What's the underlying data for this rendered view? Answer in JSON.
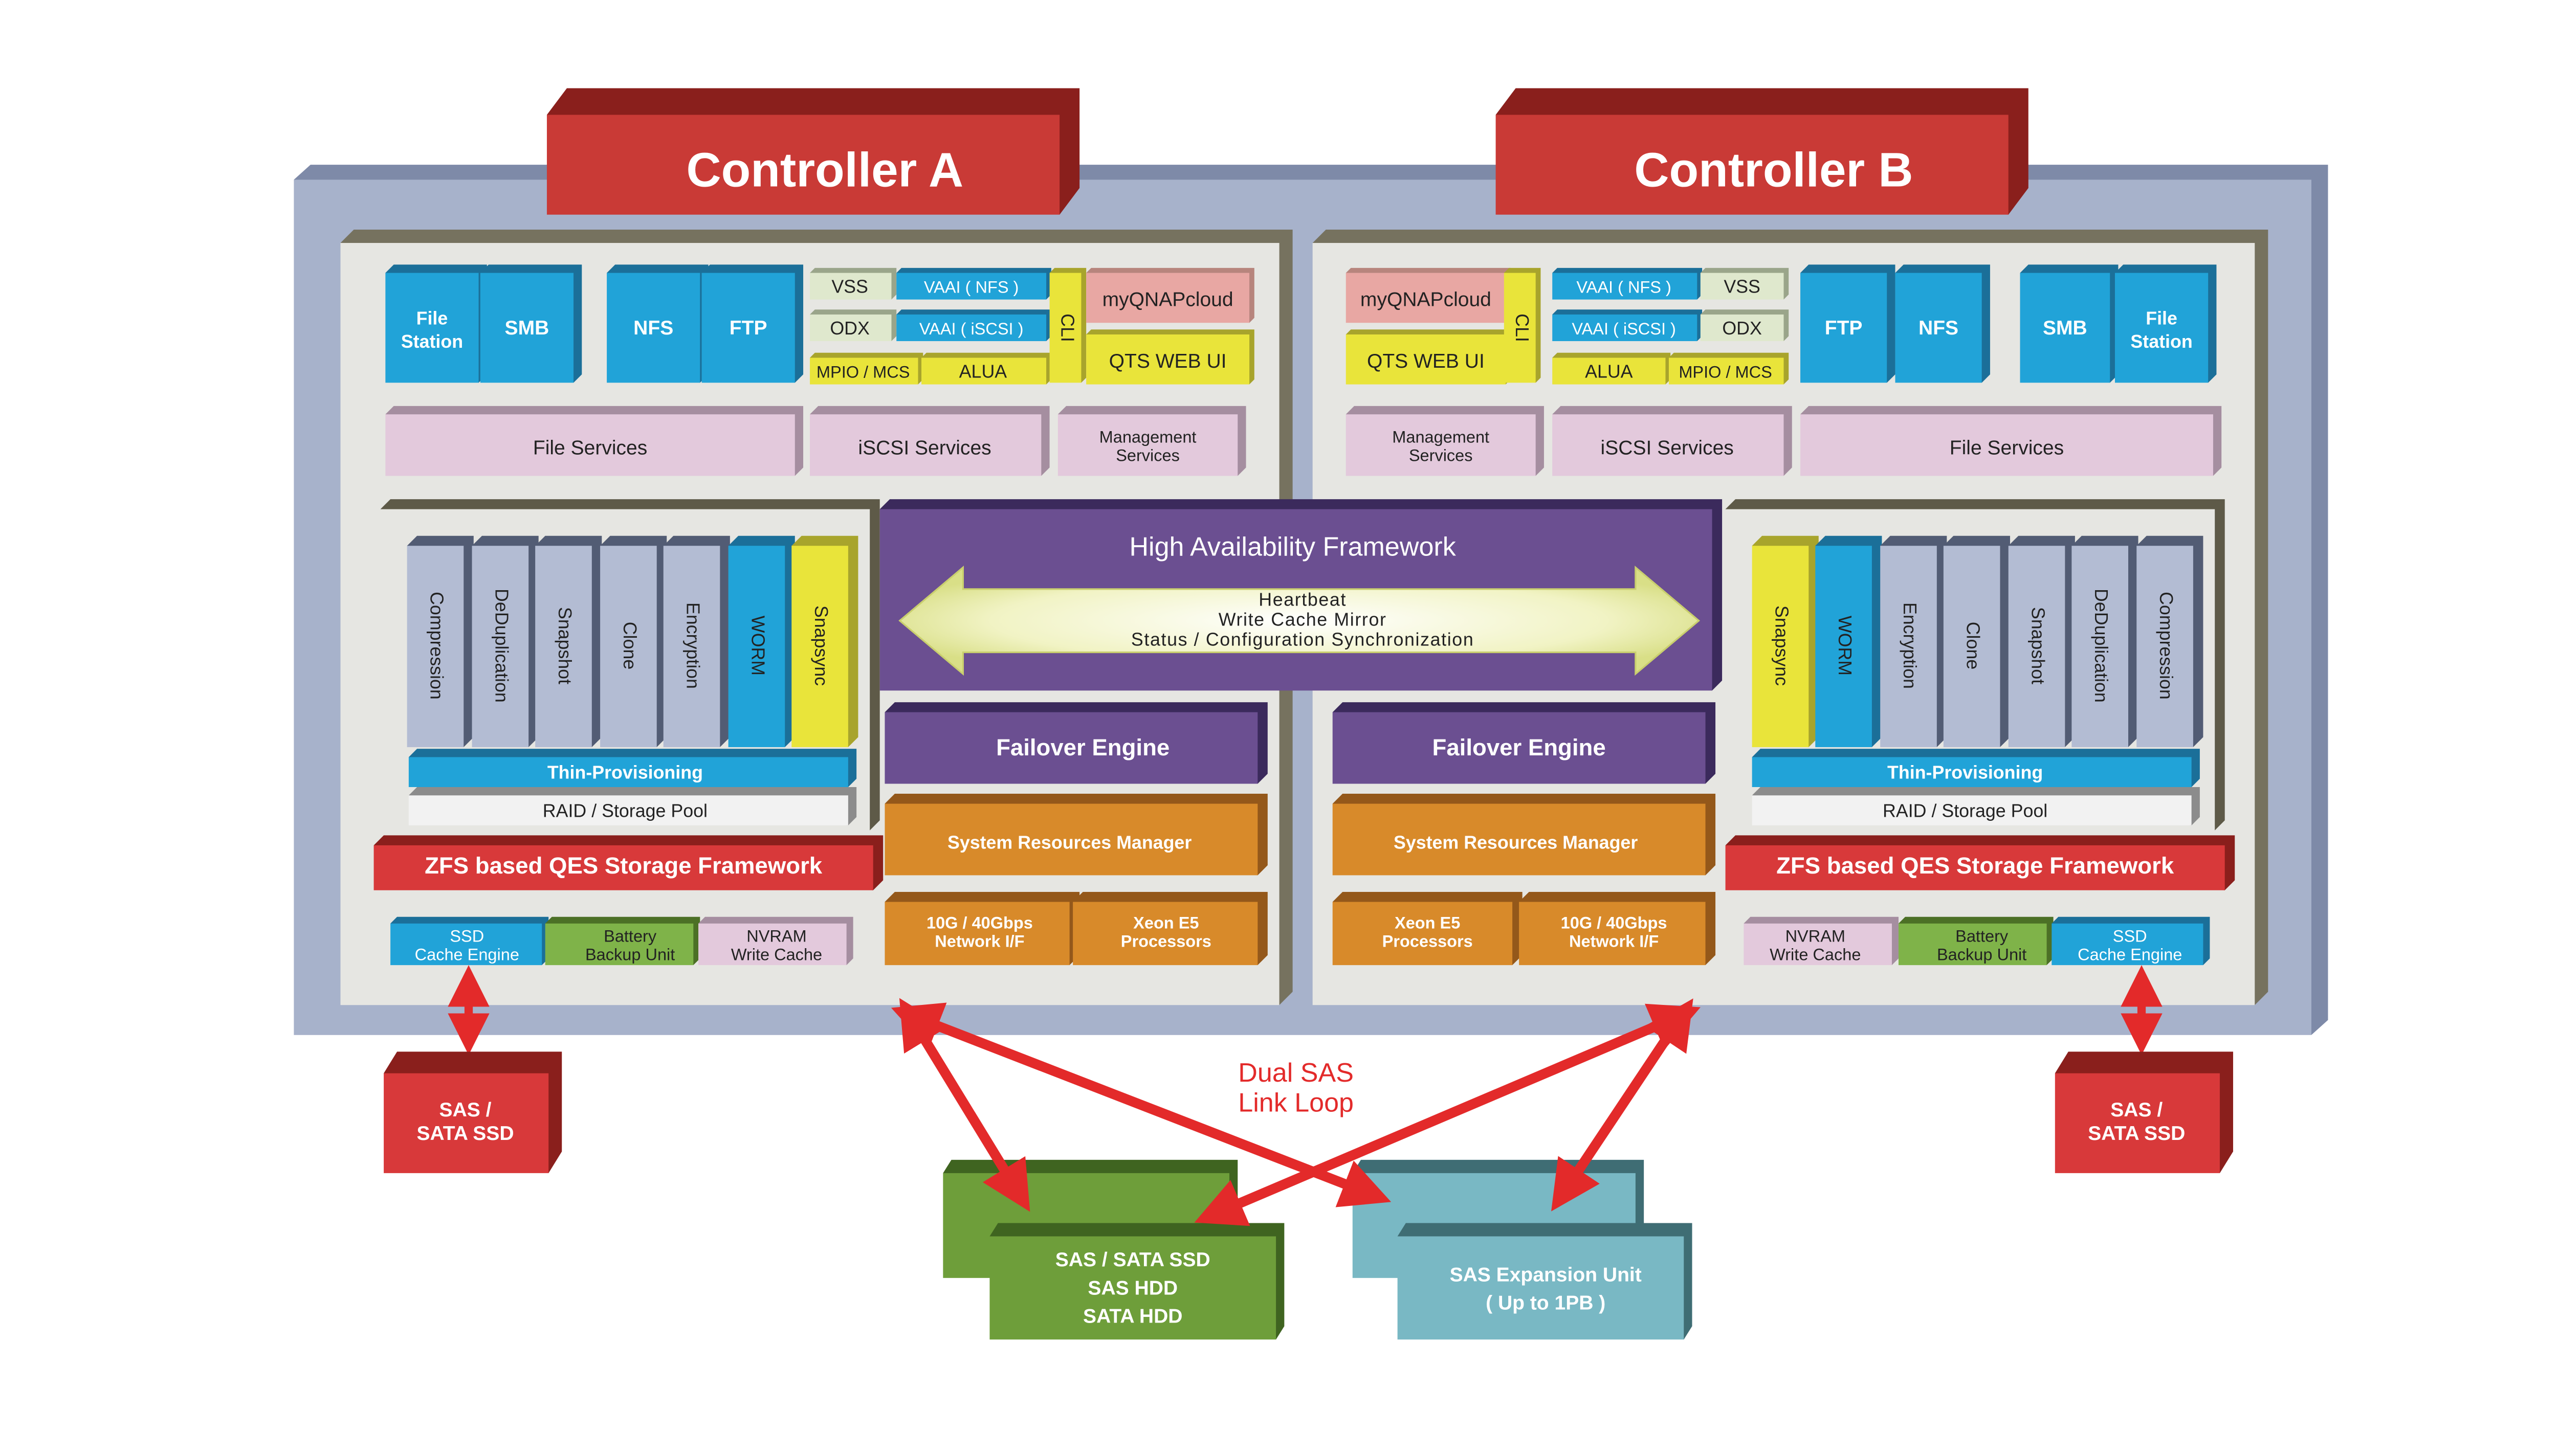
{
  "controller_a": {
    "title": "Controller A",
    "file_station": [
      "File",
      "Station"
    ],
    "smb": "SMB",
    "nfs": "NFS",
    "ftp": "FTP",
    "vss": "VSS",
    "vaai_nfs": "VAAI ( NFS )",
    "odx": "ODX",
    "vaai_iscsi": "VAAI ( iSCSI )",
    "mpio_mcs": "MPIO / MCS",
    "alua": "ALUA",
    "cli": "CLI",
    "myqnapcloud": "myQNAPcloud",
    "qts_web_ui": "QTS WEB UI",
    "file_services": "File Services",
    "iscsi_services": "iSCSI Services",
    "management_services": [
      "Management",
      "Services"
    ],
    "features": [
      "Compression",
      "DeDuplication",
      "Snapshot",
      "Clone",
      "Encryption",
      "WORM",
      "Snapsync"
    ],
    "thin_provisioning": "Thin-Provisioning",
    "raid_storage_pool": "RAID / Storage Pool",
    "zfs_framework": "ZFS based QES Storage Framework",
    "ssd_cache_engine": [
      "SSD",
      "Cache Engine"
    ],
    "battery_backup_unit": [
      "Battery",
      "Backup Unit"
    ],
    "nvram_write_cache": [
      "NVRAM",
      "Write Cache"
    ],
    "failover_engine": "Failover Engine",
    "system_resources_manager": "System Resources Manager",
    "network_if": [
      "10G / 40Gbps",
      "Network I/F"
    ],
    "processors": [
      "Xeon E5",
      "Processors"
    ],
    "sas_sata_ssd": [
      "SAS /",
      "SATA SSD"
    ]
  },
  "controller_b": {
    "title": "Controller B",
    "file_station": [
      "File",
      "Station"
    ],
    "smb": "SMB",
    "nfs": "NFS",
    "ftp": "FTP",
    "vss": "VSS",
    "vaai_nfs": "VAAI ( NFS )",
    "odx": "ODX",
    "vaai_iscsi": "VAAI ( iSCSI )",
    "mpio_mcs": "MPIO / MCS",
    "alua": "ALUA",
    "cli": "CLI",
    "myqnapcloud": "myQNAPcloud",
    "qts_web_ui": "QTS WEB UI",
    "file_services": "File Services",
    "iscsi_services": "iSCSI Services",
    "management_services": [
      "Management",
      "Services"
    ],
    "features": [
      "Snapsync",
      "WORM",
      "Encryption",
      "Clone",
      "Snapshot",
      "DeDuplication",
      "Compression"
    ],
    "thin_provisioning": "Thin-Provisioning",
    "raid_storage_pool": "RAID / Storage Pool",
    "zfs_framework": "ZFS based QES Storage Framework",
    "ssd_cache_engine": [
      "SSD",
      "Cache Engine"
    ],
    "battery_backup_unit": [
      "Battery",
      "Backup Unit"
    ],
    "nvram_write_cache": [
      "NVRAM",
      "Write Cache"
    ],
    "failover_engine": "Failover Engine",
    "system_resources_manager": "System Resources Manager",
    "network_if": [
      "10G / 40Gbps",
      "Network I/F"
    ],
    "processors": [
      "Xeon E5",
      "Processors"
    ],
    "sas_sata_ssd": [
      "SAS /",
      "SATA SSD"
    ]
  },
  "ha_framework": {
    "title": "High Availability Framework",
    "lines": [
      "Heartbeat",
      "Write Cache Mirror",
      "Status / Configuration Synchronization"
    ]
  },
  "dual_sas": [
    "Dual SAS",
    "Link Loop"
  ],
  "disk_enclosure": [
    "SAS / SATA SSD",
    "SAS HDD",
    "SATA HDD"
  ],
  "expansion_unit": [
    "SAS Expansion Unit",
    "( Up to 1PB )"
  ],
  "colors": {
    "outer_frame": "#a7b2cb",
    "panel": "#e6e6e2",
    "controller_red": "#c93a36",
    "blue_module": "#21a3d8",
    "purple": "#6b4f91",
    "orange": "#d88a2a",
    "pink": "#e3c9dc",
    "yellow": "#e9e43a",
    "green": "#6e9e3a",
    "teal": "#79b8c4",
    "feature_gray": "#b3bcd3"
  }
}
